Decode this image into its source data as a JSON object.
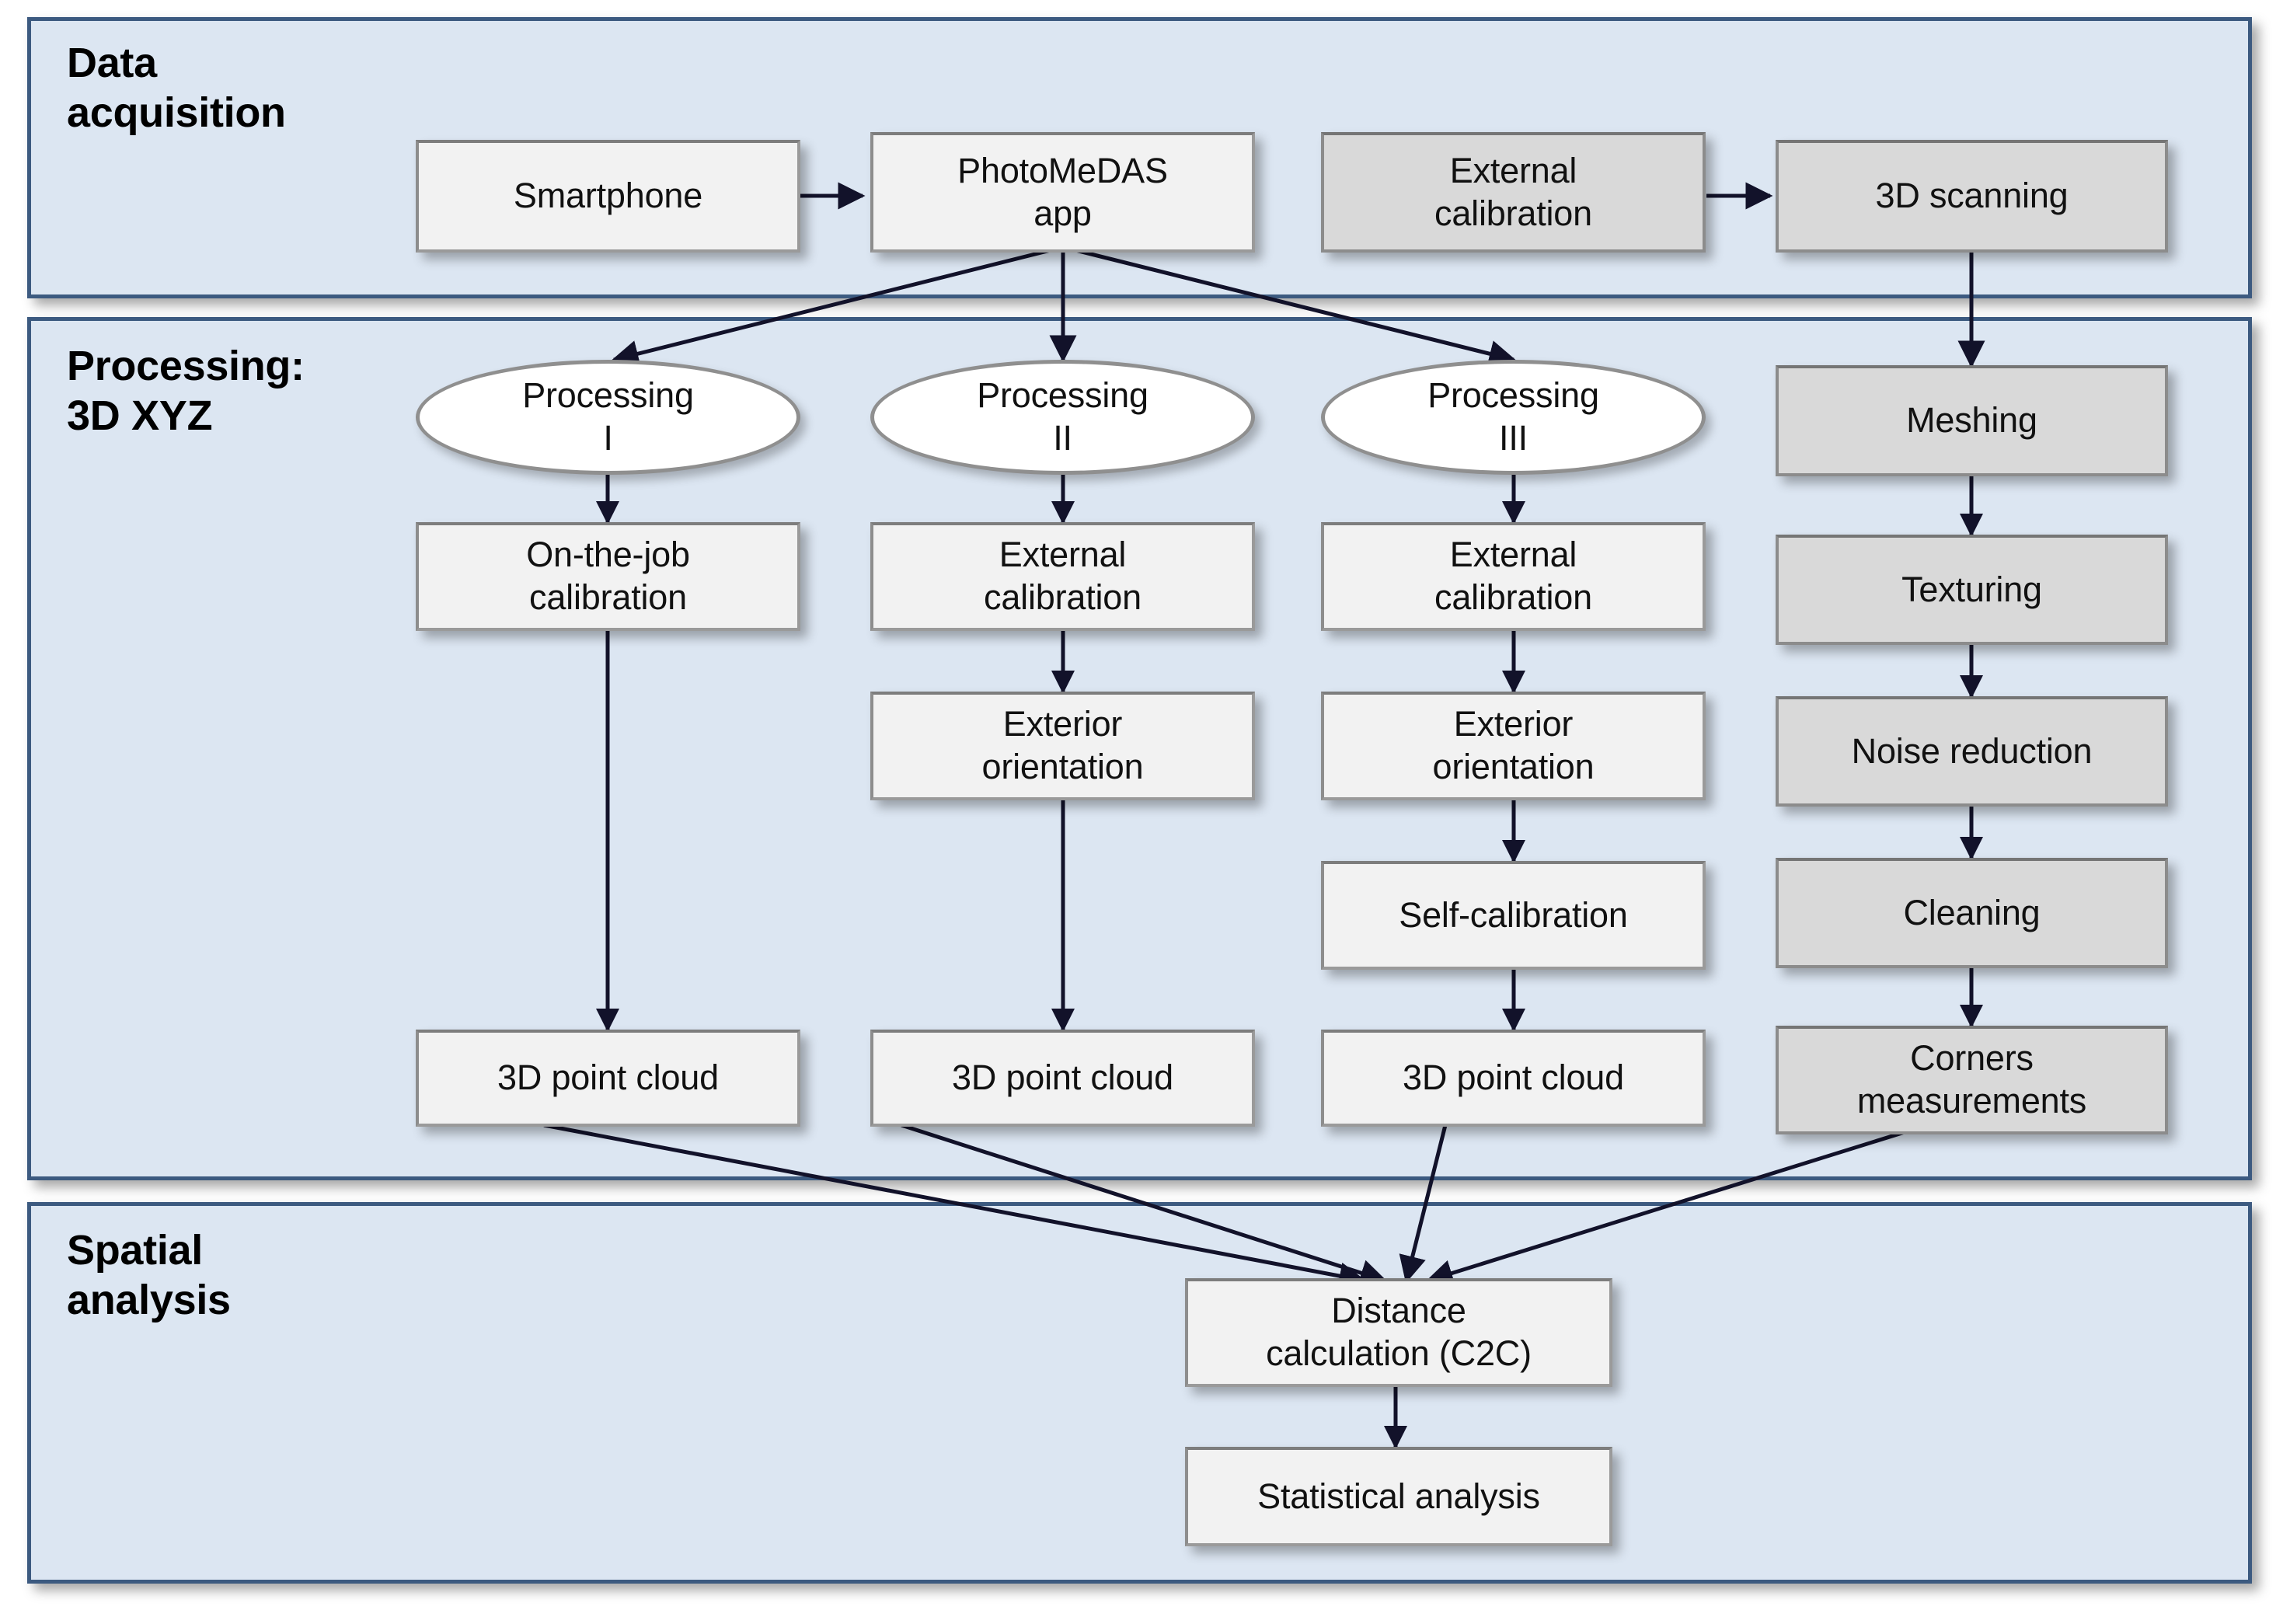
{
  "figure": {
    "title": "PhotoMeDAS 3D measurement workflow",
    "colors": {
      "panel_fill": "#dce6f2",
      "panel_border": "#3c5a80",
      "box_fill": "#f2f2f2",
      "box_gray_fill": "#d9d9d9",
      "box_border": "#9a9a9a",
      "oval_fill": "#ffffff",
      "connector": "#1a1a2e"
    }
  },
  "sections": [
    {
      "id": "data-acquisition",
      "label": "Data\nacquisition"
    },
    {
      "id": "processing-3d-xyz",
      "label": "Processing:\n3D XYZ"
    },
    {
      "id": "spatial-analysis",
      "label": "Spatial\nanalysis"
    }
  ],
  "nodes": {
    "smartphone": {
      "label": "Smartphone",
      "shape": "box",
      "fill": "light"
    },
    "photomedas_app": {
      "label": "PhotoMeDAS\napp",
      "shape": "box",
      "fill": "light"
    },
    "external_calibration_top": {
      "label": "External\ncalibration",
      "shape": "box",
      "fill": "gray"
    },
    "scanning_3d": {
      "label": "3D scanning",
      "shape": "box",
      "fill": "gray"
    },
    "processing_i": {
      "label": "Processing\nI",
      "shape": "oval",
      "fill": "white"
    },
    "processing_ii": {
      "label": "Processing\nII",
      "shape": "oval",
      "fill": "white"
    },
    "processing_iii": {
      "label": "Processing\nIII",
      "shape": "oval",
      "fill": "white"
    },
    "meshing": {
      "label": "Meshing",
      "shape": "box",
      "fill": "gray"
    },
    "on_the_job_calibration": {
      "label": "On-the-job\ncalibration",
      "shape": "box",
      "fill": "light"
    },
    "external_calibration_ii": {
      "label": "External\ncalibration",
      "shape": "box",
      "fill": "light"
    },
    "external_calibration_iii": {
      "label": "External\ncalibration",
      "shape": "box",
      "fill": "light"
    },
    "texturing": {
      "label": "Texturing",
      "shape": "box",
      "fill": "gray"
    },
    "exterior_orientation_ii": {
      "label": "Exterior\norientation",
      "shape": "box",
      "fill": "light"
    },
    "exterior_orientation_iii": {
      "label": "Exterior\norientation",
      "shape": "box",
      "fill": "light"
    },
    "noise_reduction": {
      "label": "Noise reduction",
      "shape": "box",
      "fill": "gray"
    },
    "self_calibration": {
      "label": "Self-calibration",
      "shape": "box",
      "fill": "light"
    },
    "cleaning": {
      "label": "Cleaning",
      "shape": "box",
      "fill": "gray"
    },
    "point_cloud_i": {
      "label": "3D point cloud",
      "shape": "box",
      "fill": "light"
    },
    "point_cloud_ii": {
      "label": "3D point cloud",
      "shape": "box",
      "fill": "light"
    },
    "point_cloud_iii": {
      "label": "3D point cloud",
      "shape": "box",
      "fill": "light"
    },
    "corners_measurements": {
      "label": "Corners\nmeasurements",
      "shape": "box",
      "fill": "gray"
    },
    "distance_calculation": {
      "label": "Distance\ncalculation (C2C)",
      "shape": "box",
      "fill": "light"
    },
    "statistical_analysis": {
      "label": "Statistical analysis",
      "shape": "box",
      "fill": "light"
    }
  },
  "edges": [
    {
      "from": "smartphone",
      "to": "photomedas_app",
      "style": "straight-arrow"
    },
    {
      "from": "external_calibration_top",
      "to": "scanning_3d",
      "style": "straight-arrow"
    },
    {
      "from": "photomedas_app",
      "to": "processing_i",
      "style": "diagonal-arrow"
    },
    {
      "from": "photomedas_app",
      "to": "processing_ii",
      "style": "straight-arrow"
    },
    {
      "from": "photomedas_app",
      "to": "processing_iii",
      "style": "diagonal-arrow"
    },
    {
      "from": "scanning_3d",
      "to": "meshing",
      "style": "straight-arrow"
    },
    {
      "from": "processing_i",
      "to": "on_the_job_calibration",
      "style": "straight-arrow"
    },
    {
      "from": "processing_ii",
      "to": "external_calibration_ii",
      "style": "straight-arrow"
    },
    {
      "from": "processing_iii",
      "to": "external_calibration_iii",
      "style": "straight-arrow"
    },
    {
      "from": "meshing",
      "to": "texturing",
      "style": "straight-arrow"
    },
    {
      "from": "on_the_job_calibration",
      "to": "point_cloud_i",
      "style": "straight-arrow"
    },
    {
      "from": "external_calibration_ii",
      "to": "exterior_orientation_ii",
      "style": "straight-arrow"
    },
    {
      "from": "external_calibration_iii",
      "to": "exterior_orientation_iii",
      "style": "straight-arrow"
    },
    {
      "from": "texturing",
      "to": "noise_reduction",
      "style": "straight-arrow"
    },
    {
      "from": "exterior_orientation_ii",
      "to": "point_cloud_ii",
      "style": "straight-arrow"
    },
    {
      "from": "exterior_orientation_iii",
      "to": "self_calibration",
      "style": "straight-arrow"
    },
    {
      "from": "noise_reduction",
      "to": "cleaning",
      "style": "straight-arrow"
    },
    {
      "from": "self_calibration",
      "to": "point_cloud_iii",
      "style": "straight-arrow"
    },
    {
      "from": "cleaning",
      "to": "corners_measurements",
      "style": "straight-arrow"
    },
    {
      "from": "point_cloud_i",
      "to": "distance_calculation",
      "style": "diagonal-arrow"
    },
    {
      "from": "point_cloud_ii",
      "to": "distance_calculation",
      "style": "diagonal-arrow"
    },
    {
      "from": "point_cloud_iii",
      "to": "distance_calculation",
      "style": "diagonal-arrow"
    },
    {
      "from": "corners_measurements",
      "to": "distance_calculation",
      "style": "diagonal-arrow"
    },
    {
      "from": "distance_calculation",
      "to": "statistical_analysis",
      "style": "straight-arrow"
    }
  ]
}
